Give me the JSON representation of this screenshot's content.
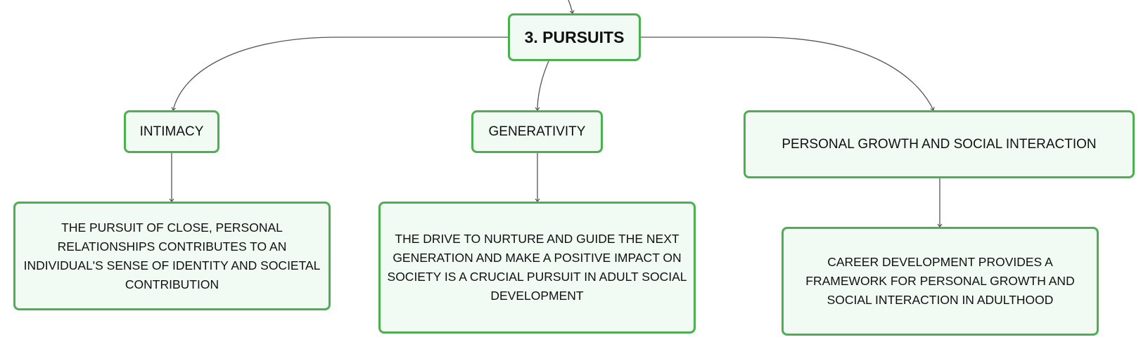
{
  "diagram": {
    "root": {
      "label": "3. PURSUITS"
    },
    "branches": [
      {
        "label": "INTIMACY",
        "detail": "THE PURSUIT OF CLOSE, PERSONAL RELATIONSHIPS CONTRIBUTES TO AN INDIVIDUAL'S SENSE OF IDENTITY AND SOCIETAL CONTRIBUTION"
      },
      {
        "label": "GENERATIVITY",
        "detail": "THE DRIVE TO NURTURE AND GUIDE THE NEXT GENERATION AND MAKE A POSITIVE IMPACT ON SOCIETY IS A CRUCIAL PURSUIT IN ADULT SOCIAL DEVELOPMENT"
      },
      {
        "label": "PERSONAL GROWTH AND SOCIAL INTERACTION",
        "detail": "CAREER DEVELOPMENT PROVIDES A FRAMEWORK FOR PERSONAL GROWTH AND SOCIAL INTERACTION IN ADULTHOOD"
      }
    ],
    "colors": {
      "node_border": "#4caf50",
      "node_fill": "#f2faf4",
      "edge": "#555555",
      "text": "#111111"
    }
  }
}
